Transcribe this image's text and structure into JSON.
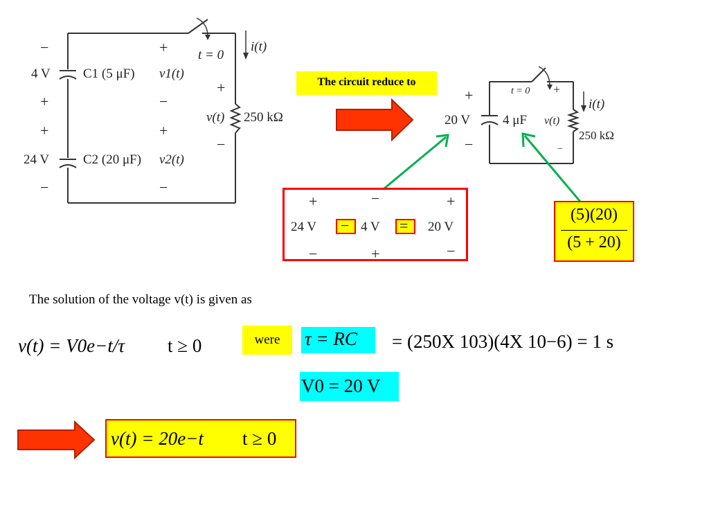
{
  "circuit_left": {
    "signs": {
      "c1_top": "−",
      "c1_bottom": "+",
      "c2_top": "+",
      "c2_bottom": "−",
      "v1_top": "+",
      "v1_bottom": "−",
      "v2_top": "+",
      "v2_bottom": "−",
      "vt_top": "+",
      "vt_bottom": "−"
    },
    "c1_voltage": "4 V",
    "c1_label": "C1 (5 μF)",
    "v1_label": "v1(t)",
    "c2_voltage": "24 V",
    "c2_label": "C2 (20 μF)",
    "v2_label": "v2(t)",
    "switch_label": "t = 0",
    "current_label": "i(t)",
    "vt_label": "v(t)",
    "resistor_label": "250 kΩ"
  },
  "reduce_banner": "The circuit reduce to",
  "circuit_right": {
    "plus_left": "+",
    "minus_left": "−",
    "source_voltage": "20 V",
    "cap_label": "4 μF",
    "vt_label": "v(t)",
    "switch_label": "t = 0",
    "plus_right": "+",
    "minus_right": "−",
    "current_label": "i(t)",
    "resistor_label": "250 kΩ"
  },
  "series_box": {
    "top_signs": [
      "+",
      "−",
      "+"
    ],
    "v1": "24 V",
    "op1": "−",
    "v2": "4 V",
    "op2": "=",
    "v3": "20 V",
    "bottom_signs": [
      "−",
      "+",
      "−"
    ]
  },
  "cap_formula": {
    "numerator": "(5)(20)",
    "denominator": "(5 + 20)"
  },
  "solution_text": "The solution of the voltage v(t) is given as",
  "general_eq": {
    "lhs": "v(t) = V0e−t/τ",
    "cond": "t ≥ 0"
  },
  "were_label": "were",
  "tau_eq": "τ = RC",
  "tau_value": "= (250X 103)(4X 10−6) = 1 s",
  "v0_eq": "V0 = 20 V",
  "final_eq": {
    "lhs": "v(t) = 20e−t",
    "cond": "t ≥ 0"
  },
  "colors": {
    "yellow": "#ffff00",
    "cyan": "#00ffff",
    "red": "#ff0000",
    "arrow_fill": "#ff3300",
    "green": "#00b050"
  }
}
